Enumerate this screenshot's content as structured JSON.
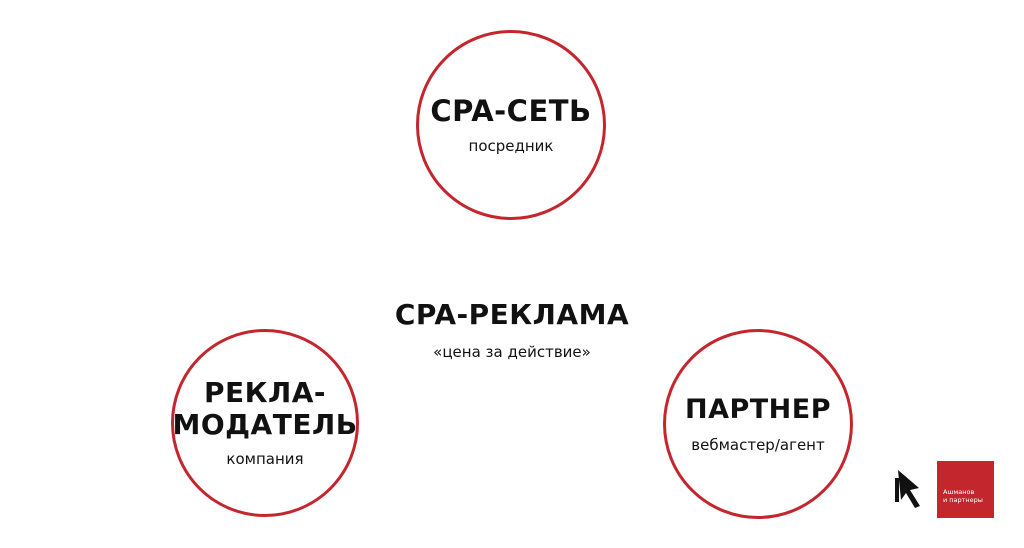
{
  "diagram": {
    "center": {
      "title": "CPA-РЕКЛАМА",
      "subtitle": "«цена за действие»"
    },
    "nodes": {
      "cpa_network": {
        "title": "CPA-СЕТЬ",
        "subtitle": "посредник"
      },
      "advertiser": {
        "title_line1": "РЕКЛА-",
        "title_line2": "МОДАТЕЛЬ",
        "subtitle": "компания"
      },
      "partner": {
        "title": "ПАРТНЕР",
        "subtitle": "вебмастер/агент"
      }
    }
  },
  "branding": {
    "logo_line1": "Ашманов",
    "logo_line2": "и партнеры",
    "accent_color": "#c4262e"
  }
}
